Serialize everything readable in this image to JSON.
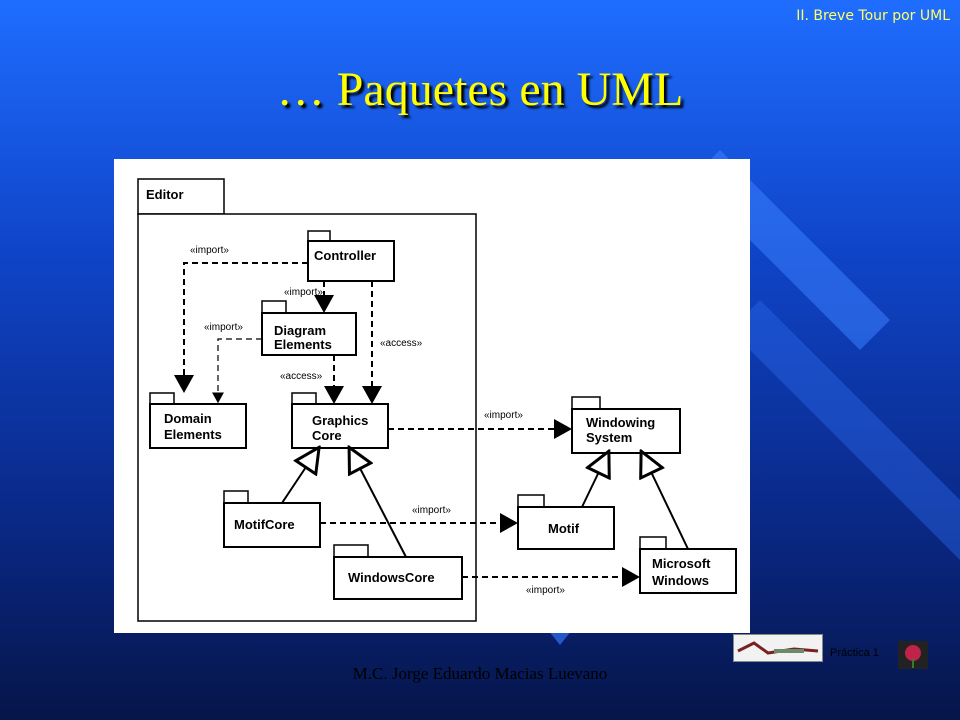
{
  "header": {
    "section": "II. Breve Tour por UML"
  },
  "slide": {
    "title": "… Paquetes en UML"
  },
  "diagram": {
    "container": "Editor",
    "packages": {
      "controller": "Controller",
      "diagram_elements_1": "Diagram",
      "diagram_elements_2": "Elements",
      "domain_elements_1": "Domain",
      "domain_elements_2": "Elements",
      "graphics_core_1": "Graphics",
      "graphics_core_2": "Core",
      "motifcore": "MotifCore",
      "windowscore": "WindowsCore",
      "windowing_1": "Windowing",
      "windowing_2": "System",
      "motif": "Motif",
      "mswindows_1": "Microsoft",
      "mswindows_2": "Windows"
    },
    "labels": {
      "import_a": "«import»",
      "import_b": "«import»",
      "import_c": "«import»",
      "access_a": "«access»",
      "access_b": "«access»",
      "import_d": "«import»",
      "import_e": "«import»",
      "import_f": "«import»"
    }
  },
  "footer": {
    "author": "M.C. Jorge Eduardo Macias Luevano",
    "practice": "Práctica 1"
  },
  "colors": {
    "title": "#ffff00",
    "header": "#ffff66",
    "background": "#0f44c8"
  }
}
